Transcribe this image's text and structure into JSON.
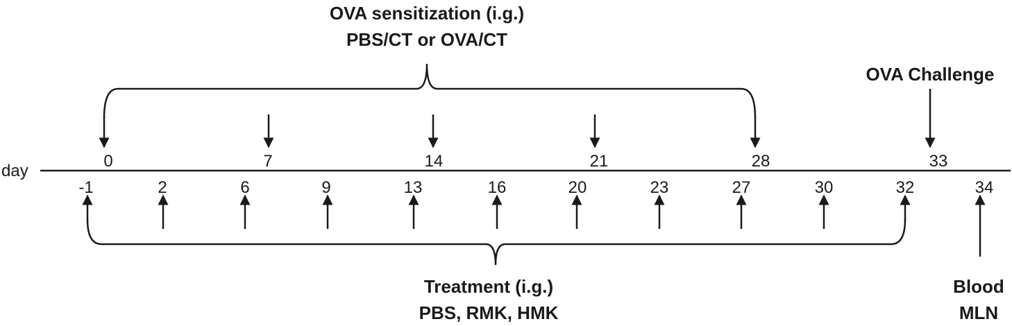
{
  "sensitization": {
    "title_line1": "OVA sensitization (i.g.)",
    "title_line2": "PBS/CT or OVA/CT",
    "days": [
      "0",
      "7",
      "14",
      "21",
      "28"
    ]
  },
  "challenge": {
    "title": "OVA Challenge",
    "day": "33"
  },
  "timeline": {
    "axis_label": "day"
  },
  "treatment": {
    "title_line1": "Treatment (i.g.)",
    "title_line2": "PBS, RMK, HMK",
    "days": [
      "-1",
      "2",
      "6",
      "9",
      "13",
      "16",
      "20",
      "23",
      "27",
      "30",
      "32"
    ]
  },
  "collection": {
    "line1": "Blood",
    "line2": "MLN",
    "day": "34"
  }
}
